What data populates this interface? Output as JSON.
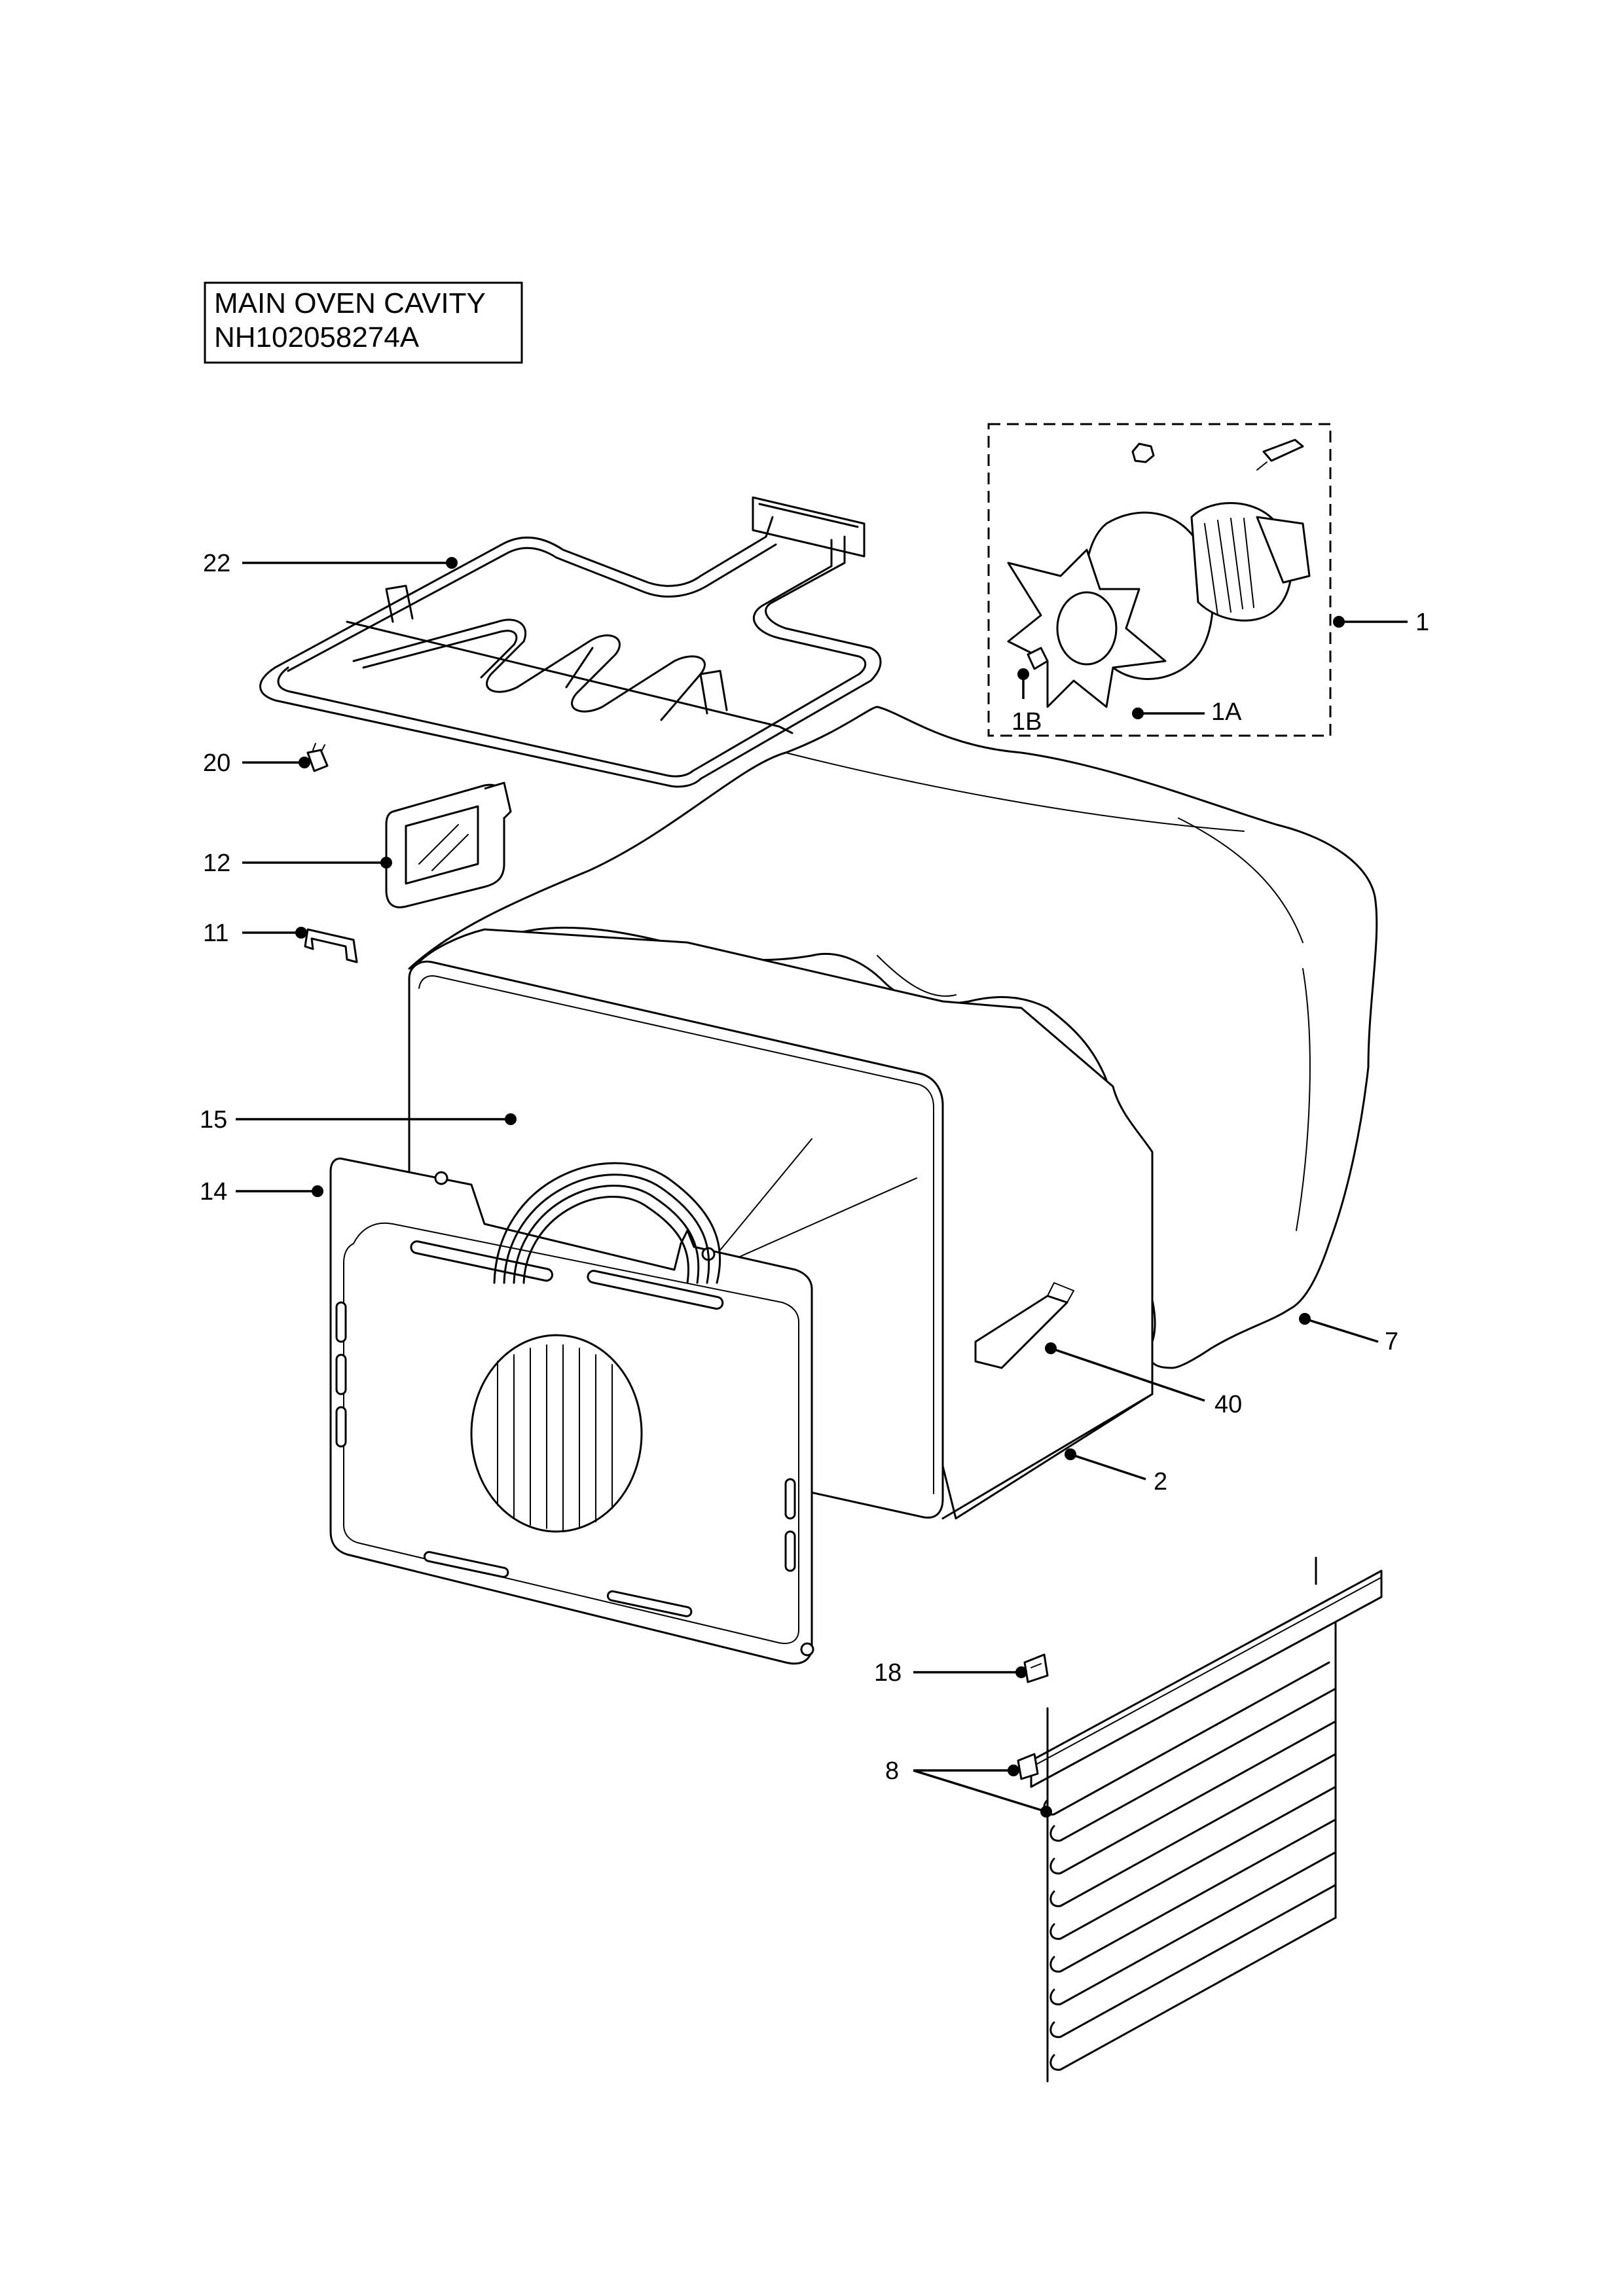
{
  "title_block": {
    "line1": "MAIN OVEN CAVITY",
    "line2": "NH102058274A"
  },
  "callouts": [
    {
      "id": "c22",
      "label": "22"
    },
    {
      "id": "c20",
      "label": "20"
    },
    {
      "id": "c12",
      "label": "12"
    },
    {
      "id": "c11",
      "label": "11"
    },
    {
      "id": "c15",
      "label": "15"
    },
    {
      "id": "c14",
      "label": "14"
    },
    {
      "id": "c1",
      "label": "1"
    },
    {
      "id": "c1A",
      "label": "1A"
    },
    {
      "id": "c1B",
      "label": "1B"
    },
    {
      "id": "c7",
      "label": "7"
    },
    {
      "id": "c40",
      "label": "40"
    },
    {
      "id": "c2",
      "label": "2"
    },
    {
      "id": "c18",
      "label": "18"
    },
    {
      "id": "c8",
      "label": "8"
    }
  ]
}
